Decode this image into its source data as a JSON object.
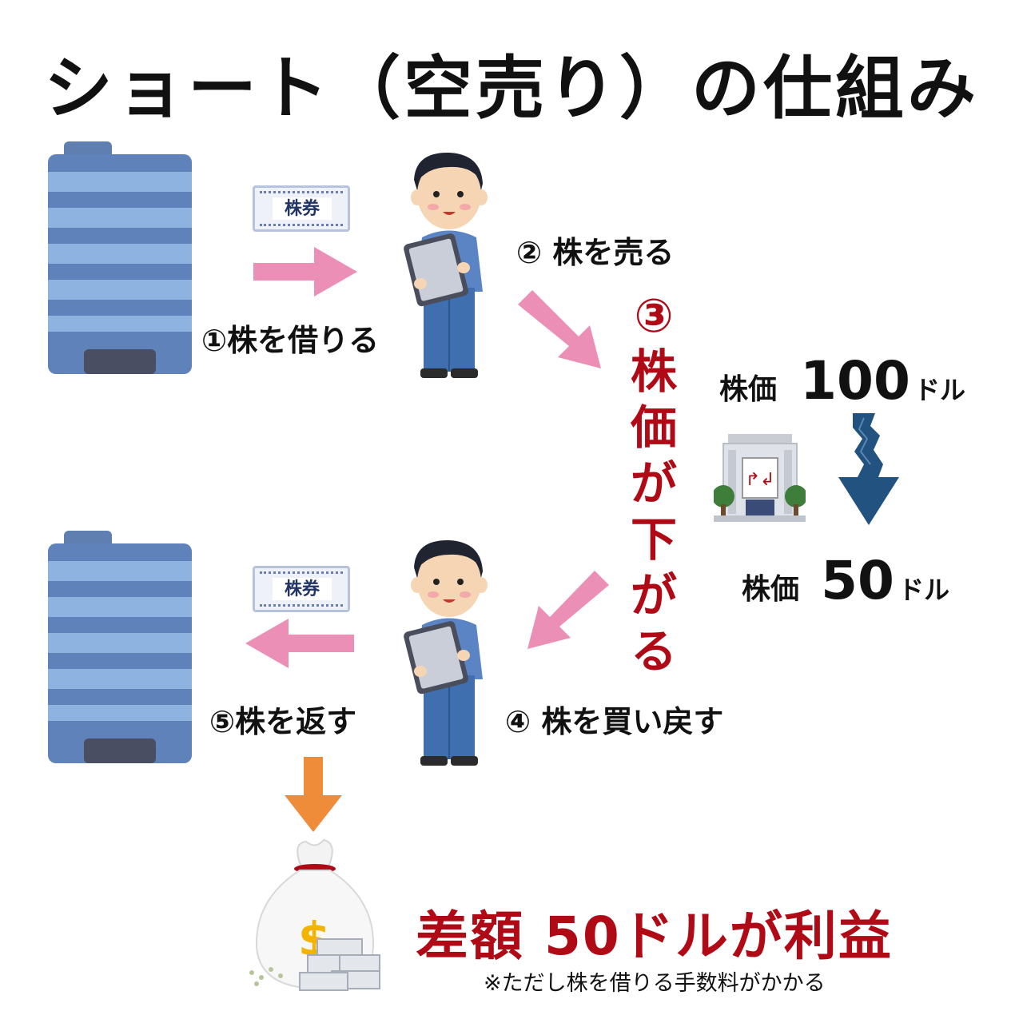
{
  "title": "ショート（空売り）の仕組み",
  "ticket_label": "株券",
  "steps": {
    "step1": "①株を借りる",
    "step2": "② 株を売る",
    "step3_num": "③",
    "step3_chars": [
      "株",
      "価",
      "が",
      "下",
      "が",
      "る"
    ],
    "step4": "④ 株を買い戻す",
    "step5": "⑤株を返す"
  },
  "price_before": {
    "label": "株価",
    "value": "100",
    "unit": "ドル"
  },
  "price_after": {
    "label": "株価",
    "value": "50",
    "unit": "ドル"
  },
  "exchange_sign": "↱↲",
  "profit": "差額 50ドルが利益",
  "note": "※ただし株を借りる手数料がかかる",
  "money_symbol": "$",
  "colors": {
    "accent_red": "#b00a16",
    "pink_arrow": "#ec8fb7",
    "orange_arrow": "#ee8c3a",
    "building_blue": "#6d8fc4",
    "down_arrow": "#22527f"
  }
}
